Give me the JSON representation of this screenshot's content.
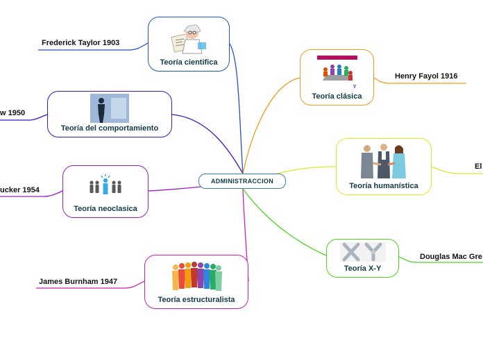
{
  "center": {
    "label": "ADMINISTRACCION"
  },
  "topics": [
    {
      "label": "Teoría cientifica",
      "leaf": "Frederick Taylor 1903",
      "color": "#1f4fd8",
      "icon": "scientist-icon"
    },
    {
      "label": "Teoría del comportamiento",
      "leaf": "w 1950",
      "color": "#3b16c9",
      "icon": "person-silhouette-icon"
    },
    {
      "label": "Teoría neoclasica",
      "leaf": "ucker 1954",
      "color": "#9b1ccb",
      "icon": "leader-group-icon"
    },
    {
      "label": "Teoría estructuralista",
      "leaf": "James Burnham 1947",
      "color": "#d11fb3",
      "icon": "colored-people-icon"
    },
    {
      "label": "Teoría clásica",
      "leaf": "Henry Fayol 1916",
      "color": "#f19a1a",
      "icon": "meeting-table-icon"
    },
    {
      "label": "Teoría humanística",
      "leaf": "El",
      "color": "#d9e82a",
      "icon": "handshake-icon"
    },
    {
      "label": "Teoría X-Y",
      "leaf": "Douglas Mac Gre",
      "color": "#49d61e",
      "icon": "xy-letters-icon"
    }
  ]
}
